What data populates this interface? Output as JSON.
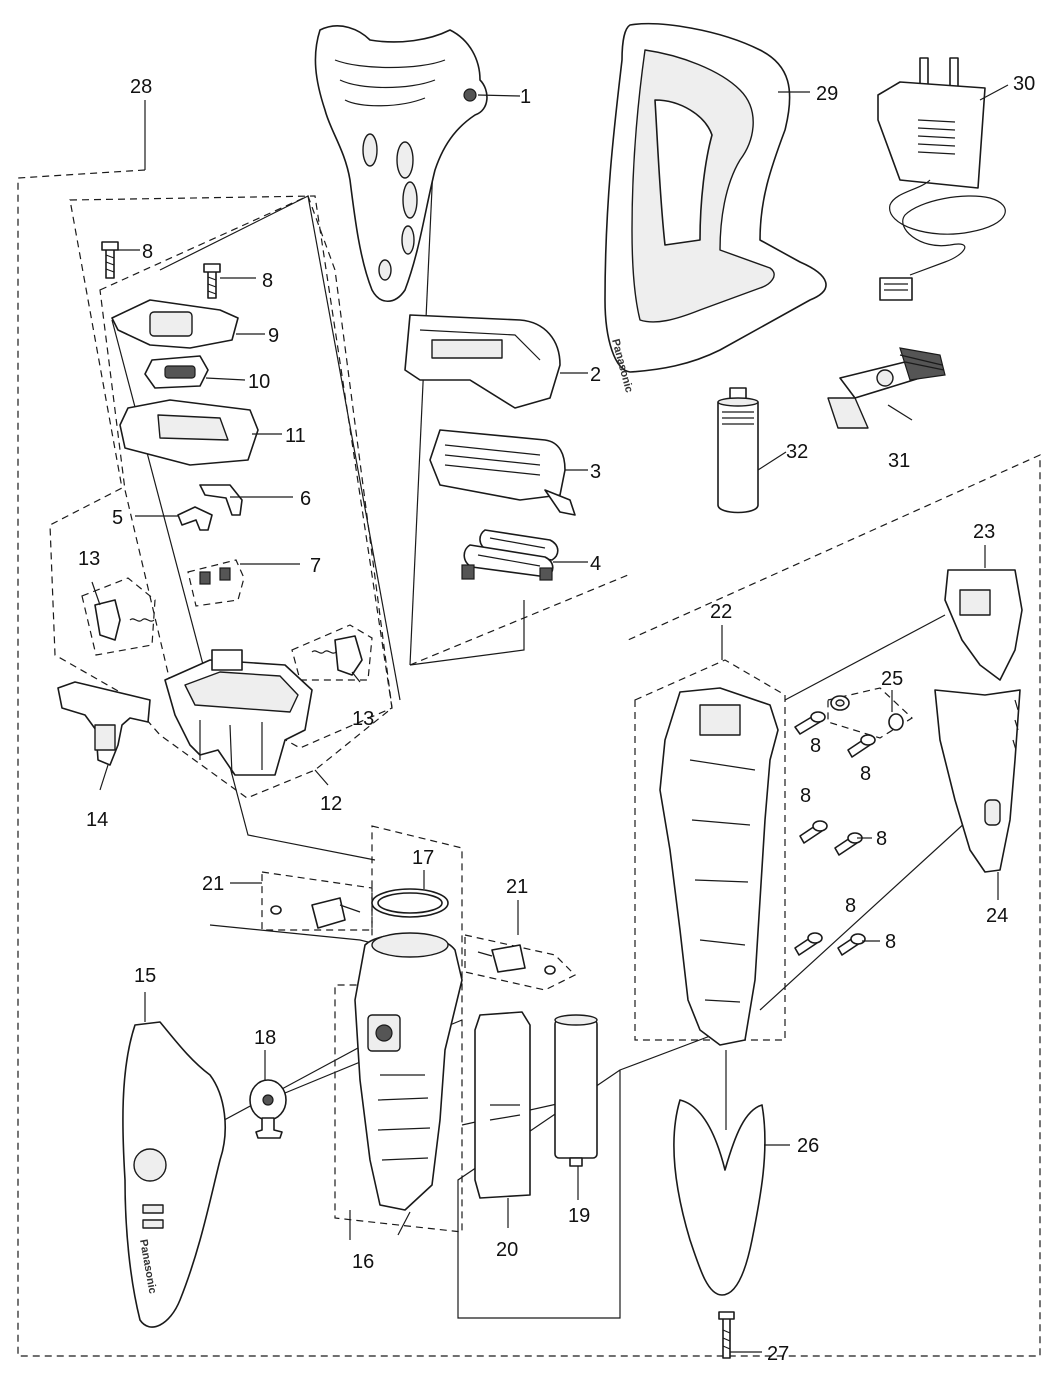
{
  "brand": "Panasonic",
  "part_labels": {
    "p1": "1",
    "p2": "2",
    "p3": "3",
    "p4": "4",
    "p5": "5",
    "p6": "6",
    "p7": "7",
    "p8": "8",
    "p9": "9",
    "p10": "10",
    "p11": "11",
    "p12": "12",
    "p13": "13",
    "p14": "14",
    "p15": "15",
    "p16": "16",
    "p17": "17",
    "p18": "18",
    "p19": "19",
    "p20": "20",
    "p21": "21",
    "p22": "22",
    "p23": "23",
    "p24": "24",
    "p25": "25",
    "p26": "26",
    "p27": "27",
    "p28": "28",
    "p29": "29",
    "p30": "30",
    "p31": "31",
    "p32": "32"
  }
}
